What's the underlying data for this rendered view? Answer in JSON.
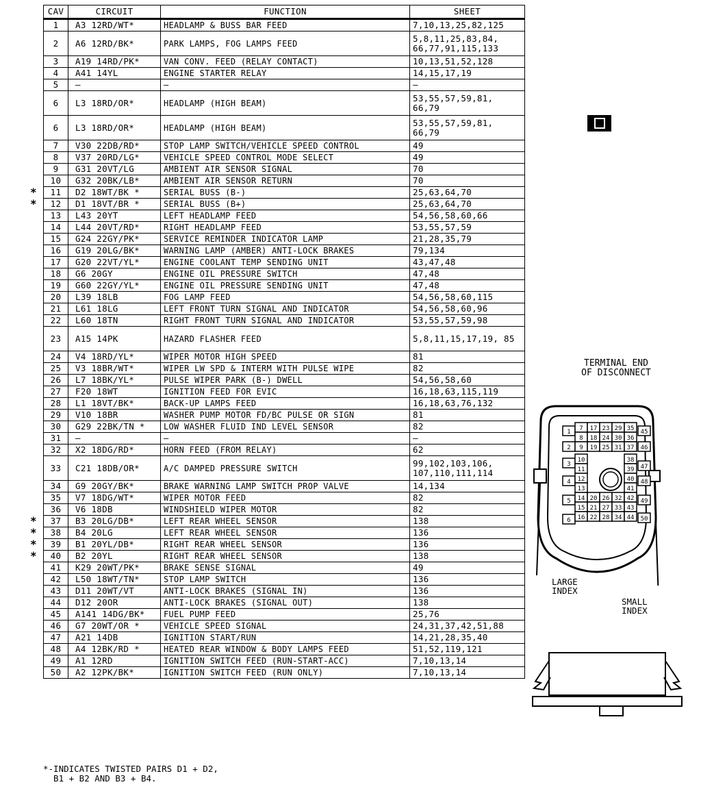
{
  "table": {
    "headers": {
      "cav": "CAV",
      "circuit": "CIRCUIT",
      "function": "FUNCTION",
      "sheet": "SHEET"
    },
    "rows": [
      {
        "cav": "1",
        "circuit": "A3 12RD/WT*",
        "function": "HEADLAMP & BUSS BAR FEED",
        "sheet": "7,10,13,25,82,125",
        "twisted": false,
        "tall": false
      },
      {
        "cav": "2",
        "circuit": "A6 12RD/BK*",
        "function": "PARK LAMPS, FOG LAMPS FEED",
        "sheet": "5,8,11,25,83,84, 66,77,91,115,133",
        "twisted": false,
        "tall": true
      },
      {
        "cav": "3",
        "circuit": "A19 14RD/PK*",
        "function": "VAN CONV. FEED (RELAY CONTACT)",
        "sheet": "10,13,51,52,128",
        "twisted": false,
        "tall": false
      },
      {
        "cav": "4",
        "circuit": "A41 14YL",
        "function": "ENGINE STARTER RELAY",
        "sheet": "14,15,17,19",
        "twisted": false,
        "tall": false
      },
      {
        "cav": "5",
        "circuit": "—",
        "function": "—",
        "sheet": "—",
        "twisted": false,
        "tall": false
      },
      {
        "cav": "6",
        "circuit": "L3 18RD/OR*",
        "function": "HEADLAMP (HIGH BEAM)",
        "sheet": "53,55,57,59,81, 66,79",
        "twisted": false,
        "tall": true
      },
      {
        "cav": "6",
        "circuit": "L3 18RD/OR*",
        "function": "HEADLAMP (HIGH BEAM)",
        "sheet": "53,55,57,59,81, 66,79",
        "twisted": false,
        "tall": true
      },
      {
        "cav": "7",
        "circuit": "V30 22DB/RD*",
        "function": "STOP LAMP SWITCH/VEHICLE SPEED CONTROL",
        "sheet": "49",
        "twisted": false,
        "tall": false
      },
      {
        "cav": "8",
        "circuit": "V37 20RD/LG*",
        "function": "VEHICLE SPEED CONTROL MODE SELECT",
        "sheet": "49",
        "twisted": false,
        "tall": false
      },
      {
        "cav": "9",
        "circuit": "G31 20VT/LG",
        "function": "AMBIENT AIR SENSOR SIGNAL",
        "sheet": "70",
        "twisted": false,
        "tall": false
      },
      {
        "cav": "10",
        "circuit": "G32 20BK/LB*",
        "function": "AMBIENT AIR SENSOR RETURN",
        "sheet": "70",
        "twisted": false,
        "tall": false
      },
      {
        "cav": "11",
        "circuit": "D2 18WT/BK *",
        "function": "SERIAL BUSS (B-)",
        "sheet": "25,63,64,70",
        "twisted": true,
        "tall": false
      },
      {
        "cav": "12",
        "circuit": "D1 18VT/BR *",
        "function": "SERIAL BUSS (B+)",
        "sheet": "25,63,64,70",
        "twisted": true,
        "tall": false
      },
      {
        "cav": "13",
        "circuit": "L43 20YT",
        "function": "LEFT HEADLAMP FEED",
        "sheet": "54,56,58,60,66",
        "twisted": false,
        "tall": false
      },
      {
        "cav": "14",
        "circuit": "L44 20VT/RD*",
        "function": "RIGHT HEADLAMP FEED",
        "sheet": "53,55,57,59",
        "twisted": false,
        "tall": false
      },
      {
        "cav": "15",
        "circuit": "G24 22GY/PK*",
        "function": "SERVICE REMINDER INDICATOR LAMP",
        "sheet": "21,28,35,79",
        "twisted": false,
        "tall": false
      },
      {
        "cav": "16",
        "circuit": "G19 20LG/BK*",
        "function": "WARNING LAMP (AMBER) ANTI-LOCK BRAKES",
        "sheet": "79,134",
        "twisted": false,
        "tall": false
      },
      {
        "cav": "17",
        "circuit": "G20 22VT/YL*",
        "function": "ENGINE COOLANT TEMP SENDING UNIT",
        "sheet": "43,47,48",
        "twisted": false,
        "tall": false
      },
      {
        "cav": "18",
        "circuit": "G6 20GY",
        "function": "ENGINE OIL PRESSURE SWITCH",
        "sheet": "47,48",
        "twisted": false,
        "tall": false
      },
      {
        "cav": "19",
        "circuit": "G60 22GY/YL*",
        "function": "ENGINE OIL PRESSURE SENDING UNIT",
        "sheet": "47,48",
        "twisted": false,
        "tall": false
      },
      {
        "cav": "20",
        "circuit": "L39 18LB",
        "function": "FOG LAMP FEED",
        "sheet": "54,56,58,60,115",
        "twisted": false,
        "tall": false
      },
      {
        "cav": "21",
        "circuit": "L61 18LG",
        "function": "LEFT FRONT TURN SIGNAL AND INDICATOR",
        "sheet": "54,56,58,60,96",
        "twisted": false,
        "tall": false
      },
      {
        "cav": "22",
        "circuit": "L60 18TN",
        "function": "RIGHT FRONT TURN SIGNAL AND INDICATOR",
        "sheet": "53,55,57,59,98",
        "twisted": false,
        "tall": false
      },
      {
        "cav": "23",
        "circuit": "A15 14PK",
        "function": "HAZARD FLASHER FEED",
        "sheet": "5,8,11,15,17,19, 85",
        "twisted": false,
        "tall": true
      },
      {
        "cav": "24",
        "circuit": "V4 18RD/YL*",
        "function": "WIPER MOTOR HIGH SPEED",
        "sheet": "81",
        "twisted": false,
        "tall": false
      },
      {
        "cav": "25",
        "circuit": "V3 18BR/WT*",
        "function": "WIPER LW SPD & INTERM WITH PULSE WIPE",
        "sheet": "82",
        "twisted": false,
        "tall": false
      },
      {
        "cav": "26",
        "circuit": "L7 18BK/YL*",
        "function": "PULSE WIPER PARK (B-) DWELL",
        "sheet": "54,56,58,60",
        "twisted": false,
        "tall": false
      },
      {
        "cav": "27",
        "circuit": "F20 18WT",
        "function": "IGNITION FEED FOR EVIC",
        "sheet": "16,18,63,115,119",
        "twisted": false,
        "tall": false
      },
      {
        "cav": "28",
        "circuit": "L1 18VT/BK*",
        "function": "BACK-UP LAMPS FEED",
        "sheet": "16,18,63,76,132",
        "twisted": false,
        "tall": false
      },
      {
        "cav": "29",
        "circuit": "V10 18BR",
        "function": "WASHER PUMP MOTOR FD/BC PULSE OR SIGN",
        "sheet": "81",
        "twisted": false,
        "tall": false
      },
      {
        "cav": "30",
        "circuit": "G29 22BK/TN *",
        "function": "LOW WASHER FLUID IND LEVEL SENSOR",
        "sheet": "82",
        "twisted": false,
        "tall": false
      },
      {
        "cav": "31",
        "circuit": "—",
        "function": "—",
        "sheet": "—",
        "twisted": false,
        "tall": false
      },
      {
        "cav": "32",
        "circuit": "X2 18DG/RD*",
        "function": "HORN FEED (FROM RELAY)",
        "sheet": "62",
        "twisted": false,
        "tall": false
      },
      {
        "cav": "33",
        "circuit": "C21 18DB/OR*",
        "function": "A/C DAMPED PRESSURE SWITCH",
        "sheet": "99,102,103,106, 107,110,111,114",
        "twisted": false,
        "tall": true
      },
      {
        "cav": "34",
        "circuit": "G9 20GY/BK*",
        "function": "BRAKE WARNING LAMP SWITCH PROP VALVE",
        "sheet": "14,134",
        "twisted": false,
        "tall": false
      },
      {
        "cav": "35",
        "circuit": "V7 18DG/WT*",
        "function": "WIPER MOTOR FEED",
        "sheet": "82",
        "twisted": false,
        "tall": false
      },
      {
        "cav": "36",
        "circuit": "V6 18DB",
        "function": "WINDSHIELD WIPER MOTOR",
        "sheet": "82",
        "twisted": false,
        "tall": false
      },
      {
        "cav": "37",
        "circuit": "B3 20LG/DB*",
        "function": "LEFT REAR WHEEL SENSOR",
        "sheet": "138",
        "twisted": true,
        "tall": false
      },
      {
        "cav": "38",
        "circuit": "B4 20LG",
        "function": "LEFT REAR WHEEL SENSOR",
        "sheet": "136",
        "twisted": true,
        "tall": false
      },
      {
        "cav": "39",
        "circuit": "B1 20YL/DB*",
        "function": "RIGHT REAR WHEEL SENSOR",
        "sheet": "136",
        "twisted": true,
        "tall": false
      },
      {
        "cav": "40",
        "circuit": "B2 20YL",
        "function": "RIGHT REAR WHEEL SENSOR",
        "sheet": "138",
        "twisted": true,
        "tall": false
      },
      {
        "cav": "41",
        "circuit": "K29 20WT/PK*",
        "function": "BRAKE SENSE SIGNAL",
        "sheet": "49",
        "twisted": false,
        "tall": false
      },
      {
        "cav": "42",
        "circuit": "L50 18WT/TN*",
        "function": "STOP LAMP SWITCH",
        "sheet": "136",
        "twisted": false,
        "tall": false
      },
      {
        "cav": "43",
        "circuit": "D11 20WT/VT",
        "function": "ANTI-LOCK BRAKES (SIGNAL IN)",
        "sheet": "136",
        "twisted": false,
        "tall": false
      },
      {
        "cav": "44",
        "circuit": "D12 20OR",
        "function": "ANTI-LOCK BRAKES (SIGNAL OUT)",
        "sheet": "138",
        "twisted": false,
        "tall": false
      },
      {
        "cav": "45",
        "circuit": "A141 14DG/BK*",
        "function": "FUEL PUMP FEED",
        "sheet": "25,76",
        "twisted": false,
        "tall": false
      },
      {
        "cav": "46",
        "circuit": "G7 20WT/OR *",
        "function": "VEHICLE SPEED SIGNAL",
        "sheet": "24,31,37,42,51,88",
        "twisted": false,
        "tall": false
      },
      {
        "cav": "47",
        "circuit": "A21 14DB",
        "function": "IGNITION START/RUN",
        "sheet": "14,21,28,35,40",
        "twisted": false,
        "tall": false
      },
      {
        "cav": "48",
        "circuit": "A4 12BK/RD *",
        "function": "HEATED REAR WINDOW & BODY LAMPS FEED",
        "sheet": "51,52,119,121",
        "twisted": false,
        "tall": false
      },
      {
        "cav": "49",
        "circuit": "A1 12RD",
        "function": "IGNITION SWITCH FEED (RUN-START-ACC)",
        "sheet": "7,10,13,14",
        "twisted": false,
        "tall": false
      },
      {
        "cav": "50",
        "circuit": "A2 12PK/BK*",
        "function": "IGNITION SWITCH FEED (RUN ONLY)",
        "sheet": "7,10,13,14",
        "twisted": false,
        "tall": false
      }
    ]
  },
  "twist_mark": "*",
  "footnote": "*-INDICATES TWISTED PAIRS D1 + D2,\n  B1 + B2 AND B3 + B4.",
  "connector": {
    "title": "TERMINAL END\nOF DISCONNECT",
    "large_index": "LARGE\nINDEX",
    "small_index": "SMALL\nINDEX",
    "pins": [
      "1",
      "7",
      "17",
      "23",
      "29",
      "35",
      "45",
      "8",
      "18",
      "24",
      "30",
      "36",
      "2",
      "9",
      "19",
      "25",
      "31",
      "37",
      "46",
      "3",
      "10",
      "38",
      "47",
      "11",
      "39",
      "4",
      "12",
      "40",
      "48",
      "13",
      "41",
      "5",
      "14",
      "20",
      "26",
      "32",
      "42",
      "49",
      "15",
      "21",
      "27",
      "33",
      "43",
      "6",
      "16",
      "22",
      "28",
      "34",
      "44",
      "50"
    ]
  },
  "colors": {
    "ink": "#000000",
    "paper": "#ffffff"
  }
}
